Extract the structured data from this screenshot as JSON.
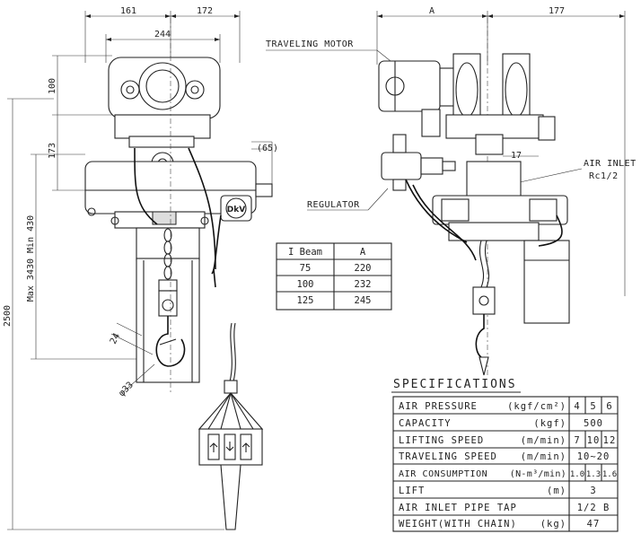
{
  "dimensions": {
    "width_161": "161",
    "width_172": "172",
    "width_244": "244",
    "dim_100": "100",
    "dim_173": "173",
    "dim_430": "Max 3430 Min 430",
    "dim_2500": "2500",
    "dim_65": "(65)",
    "dim_24": "24",
    "dim_33": "φ33",
    "dim_A": "A",
    "dim_177": "177",
    "dim_17": "17"
  },
  "callouts": {
    "traveling_motor": "TRAVELING MOTOR",
    "air_inlet": "AIR INLET",
    "air_inlet_size": "Rc1/2",
    "regulator": "REGULATOR",
    "brand_badge": "DkV"
  },
  "beam_table": {
    "headers": [
      "I Beam",
      "A"
    ],
    "rows": [
      [
        "75",
        "220"
      ],
      [
        "100",
        "232"
      ],
      [
        "125",
        "245"
      ]
    ]
  },
  "specifications": {
    "title": "SPECIFICATIONS",
    "rows": [
      {
        "label": "AIR PRESSURE",
        "unit": "(kgf/cm²)",
        "values": [
          "4",
          "5",
          "6"
        ]
      },
      {
        "label": "CAPACITY",
        "unit": "(kgf)",
        "values": [
          "500"
        ]
      },
      {
        "label": "LIFTING SPEED",
        "unit": "(m/min)",
        "values": [
          "7",
          "10",
          "12"
        ]
      },
      {
        "label": "TRAVELING SPEED",
        "unit": "(m/min)",
        "values": [
          "10~20"
        ]
      },
      {
        "label": "AIR CONSUMPTION",
        "unit": "(N-m³/min)",
        "values": [
          "1.0",
          "1.3",
          "1.6"
        ]
      },
      {
        "label": "LIFT",
        "unit": "(m)",
        "values": [
          "3"
        ]
      },
      {
        "label": "AIR INLET PIPE TAP",
        "unit": "",
        "values": [
          "1/2 B"
        ]
      },
      {
        "label": "WEIGHT(WITH CHAIN)",
        "unit": "(kg)",
        "values": [
          "47"
        ]
      }
    ]
  }
}
